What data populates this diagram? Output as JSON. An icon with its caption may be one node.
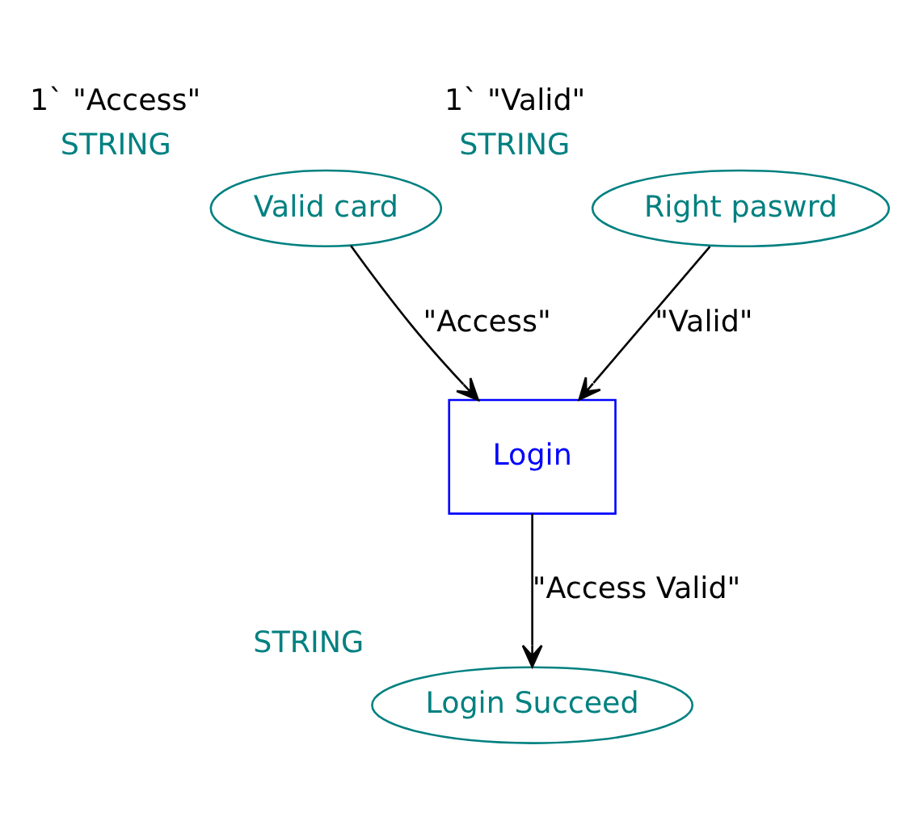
{
  "diagram": {
    "nodes": [
      {
        "text": [
          "Valid card"
        ],
        "beside": [
          "1` \"Access\"",
          "STRING"
        ]
      },
      {
        "text": [
          "Right paswrd"
        ],
        "beside": [
          "1` \"Valid\"",
          "STRING"
        ]
      },
      {
        "text": [
          "Login"
        ]
      },
      {
        "text": [
          "Login Succeed"
        ],
        "beside": [
          "STRING"
        ]
      }
    ],
    "edges": [
      {
        "from": 0,
        "to": 2,
        "arrow": "to",
        "label": "\"Access\""
      },
      {
        "from": 1,
        "to": 2,
        "arrow": "to",
        "label": "\"Valid\""
      },
      {
        "from": 2,
        "to": 3,
        "arrow": "to",
        "label": "\"Access Valid\""
      }
    ]
  }
}
